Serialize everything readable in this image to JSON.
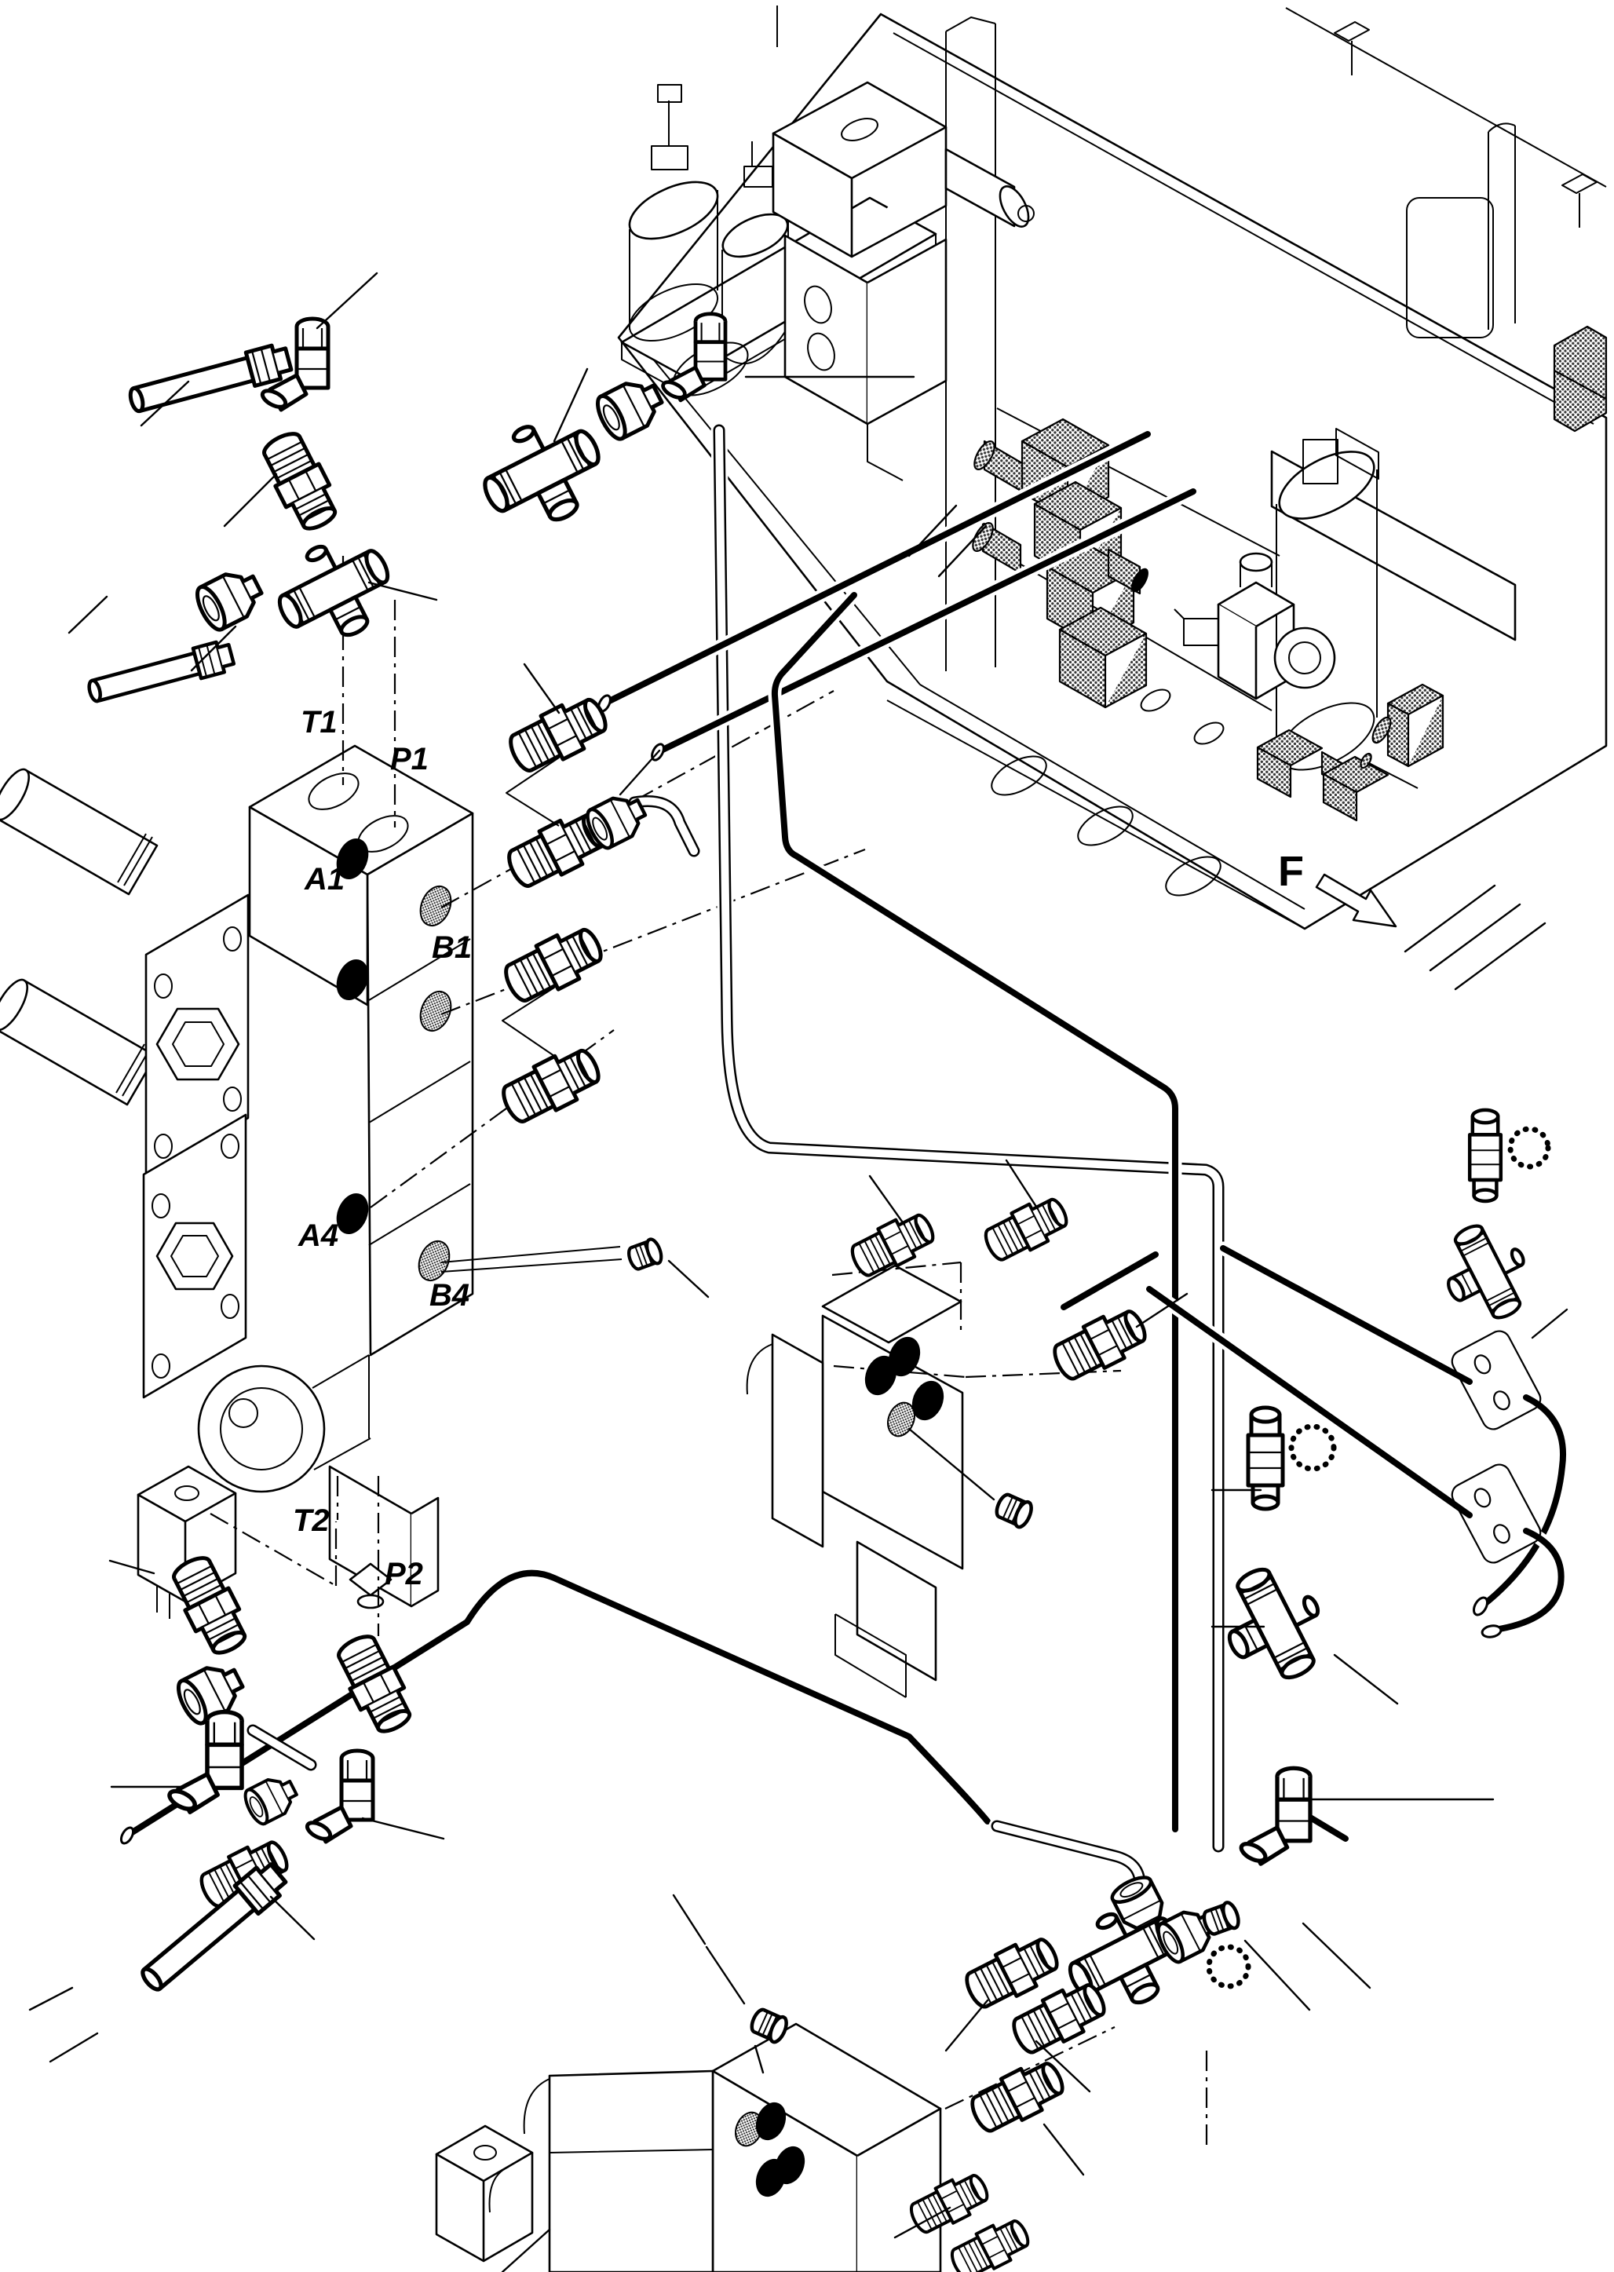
{
  "colors": {
    "background": "#ffffff",
    "line": "#000000",
    "stipple_gray": "#3a3a3a"
  },
  "labels": {
    "t1": {
      "text": "T1"
    },
    "p1": {
      "text": "P1"
    },
    "a1": {
      "text": "A1"
    },
    "b1": {
      "text": "B1"
    },
    "a4": {
      "text": "A4"
    },
    "b4": {
      "text": "B4"
    },
    "t2": {
      "text": "T2"
    },
    "p2": {
      "text": "P2"
    },
    "view": {
      "text": "F"
    }
  },
  "view_arrow": {
    "icon": "view-direction-arrow"
  }
}
